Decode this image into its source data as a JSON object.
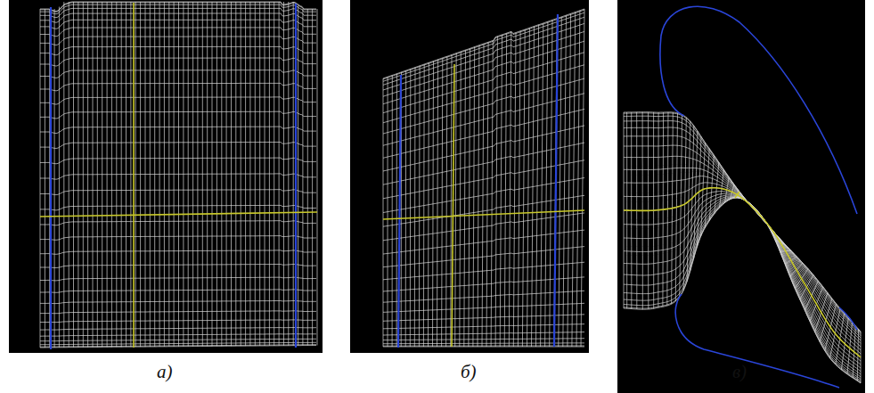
{
  "diagram": {
    "labels": [
      "а)",
      "б)",
      "в)"
    ]
  }
}
